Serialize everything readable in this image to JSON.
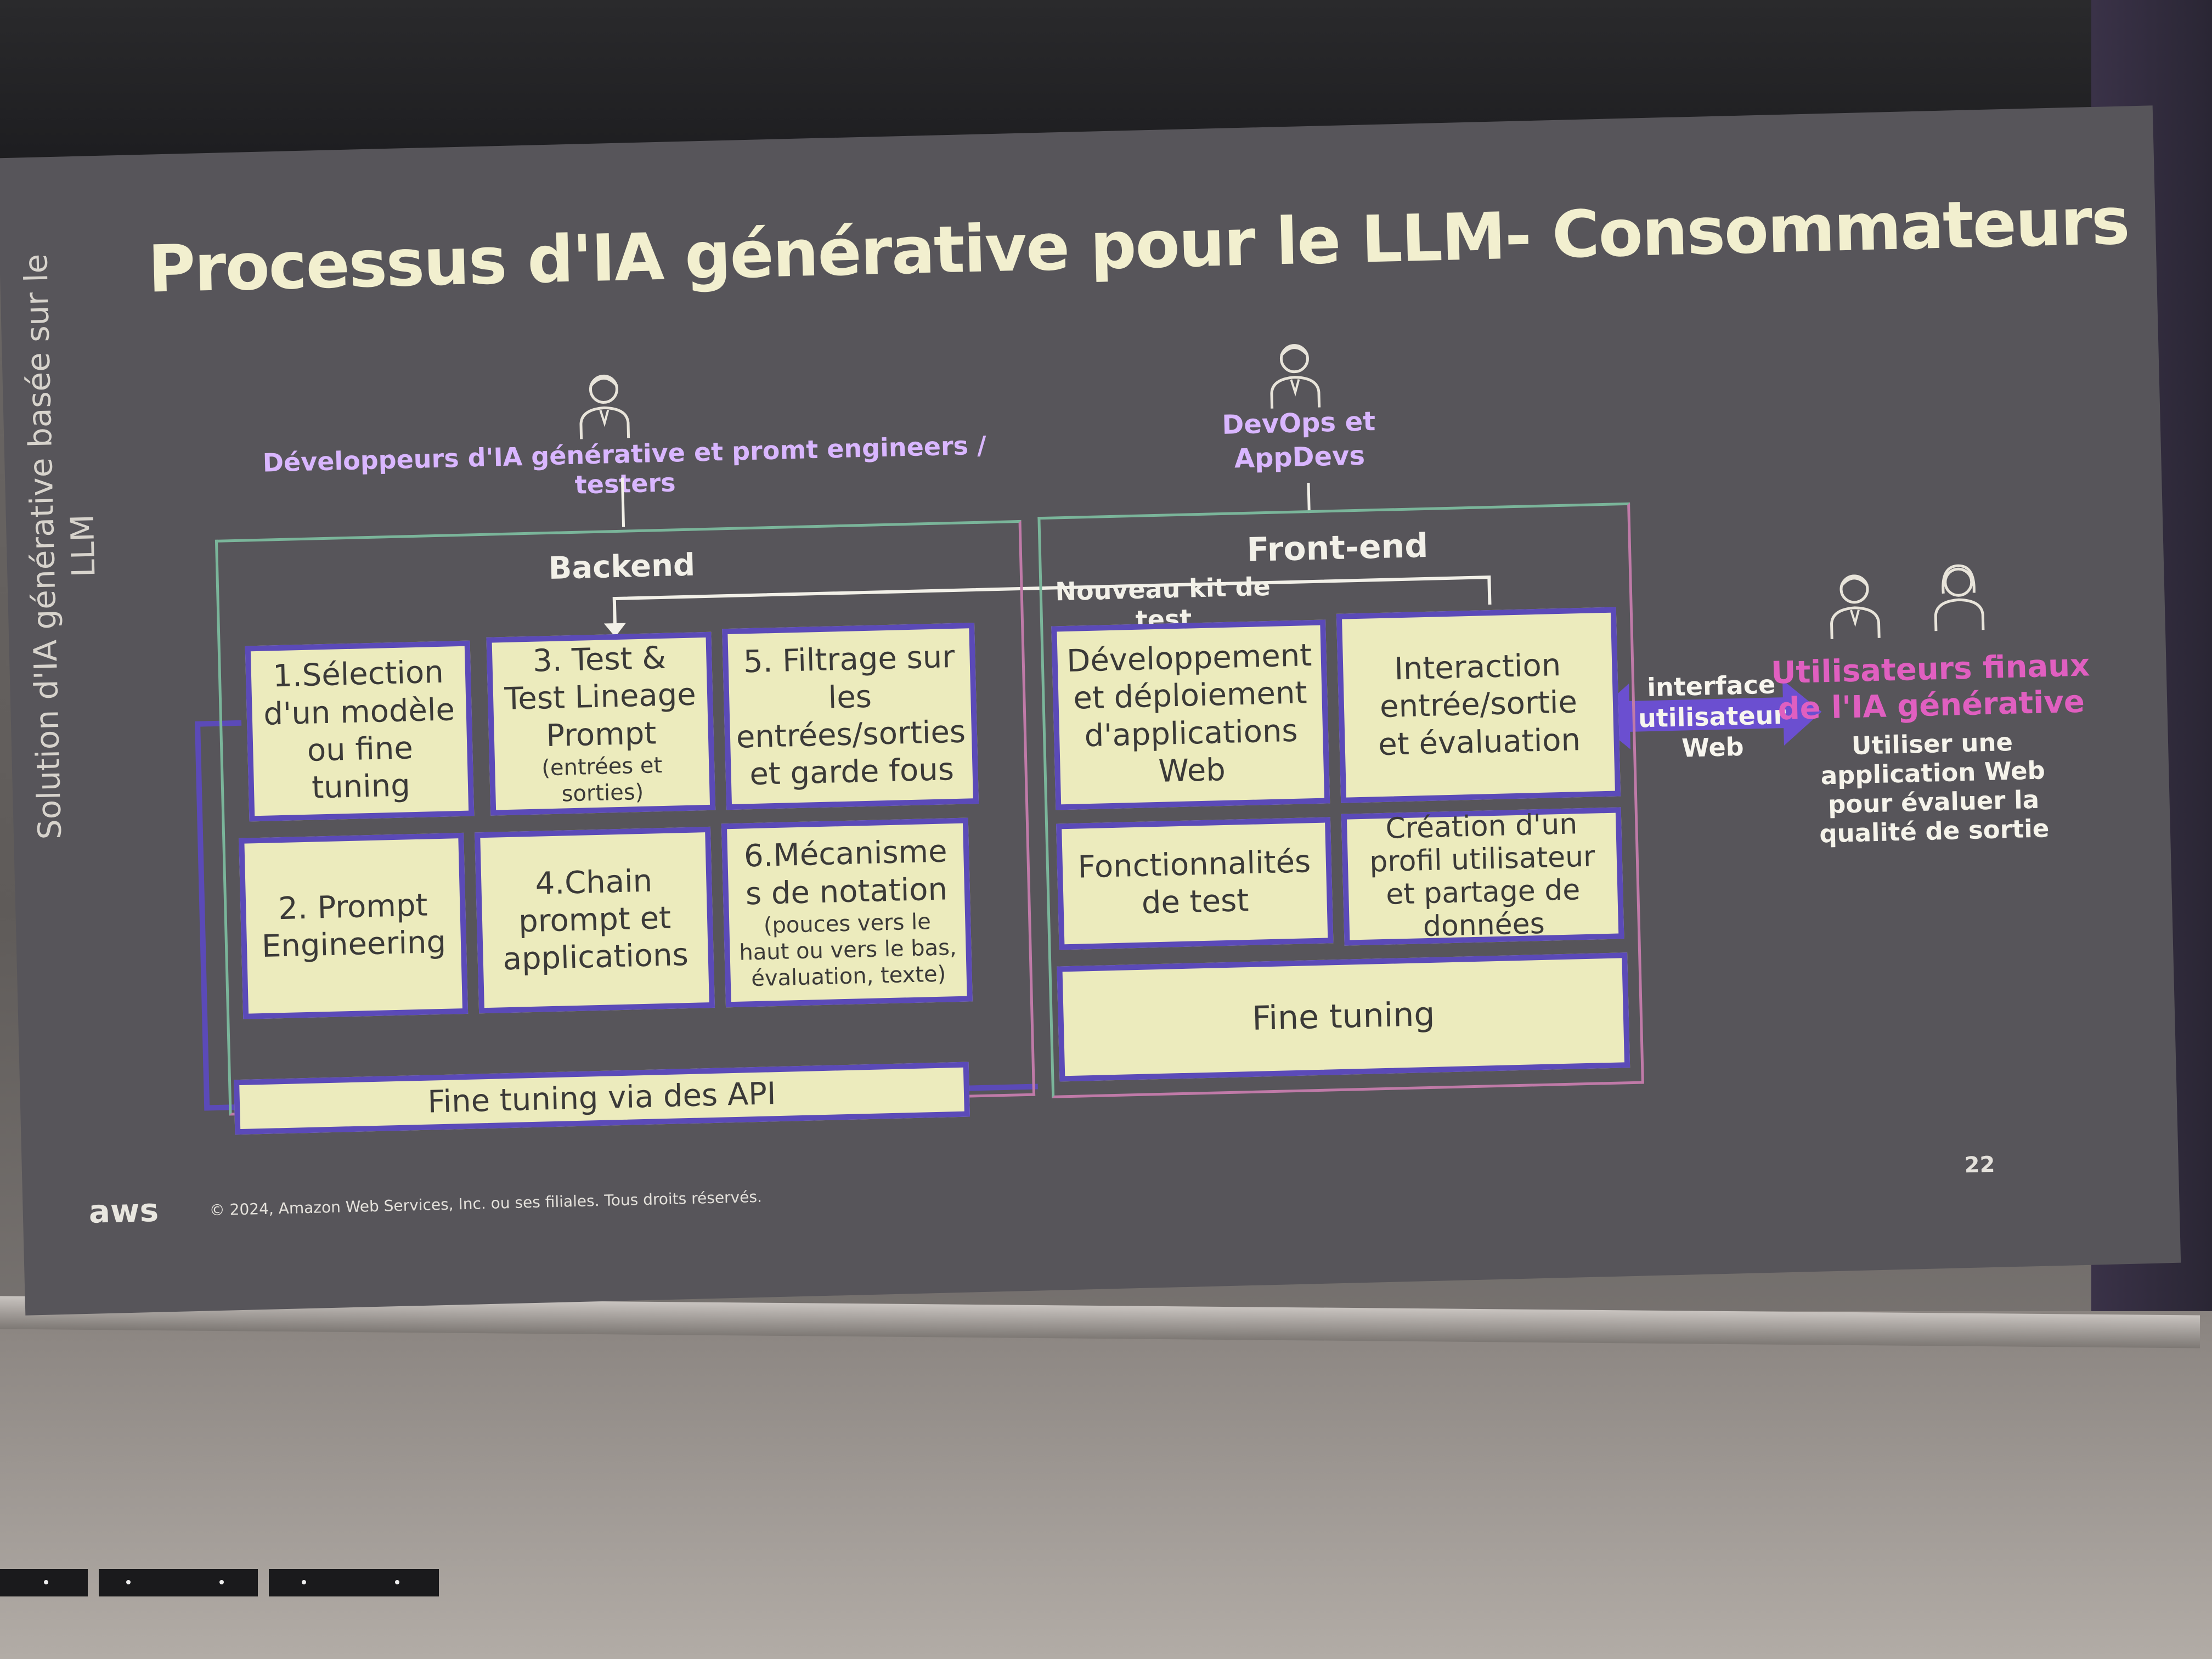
{
  "slide": {
    "title": "Processus d'IA générative pour le LLM- Consommateurs",
    "side_label": "Solution d'IA générative basée sur le LLM",
    "footer_copyright": "© 2024, Amazon Web Services, Inc. ou ses filiales. Tous droits réservés.",
    "footer_logo": "aws",
    "page_number": "22"
  },
  "actors": {
    "backend_actor": "Développeurs d'IA générative et promt engineers / testers",
    "frontend_actor_line1": "DevOps et",
    "frontend_actor_line2": "AppDevs",
    "end_users_title_line1": "Utilisateurs finaux",
    "end_users_title_line2": "de l'IA générative",
    "end_users_desc_line1": "Utiliser une",
    "end_users_desc_line2": "application Web",
    "end_users_desc_line3": "pour évaluer la",
    "end_users_desc_line4": "qualité de sortie"
  },
  "backend": {
    "title": "Backend",
    "boxes": [
      {
        "line1": "1.Sélection",
        "line2": "d'un modèle",
        "line3": "ou fine",
        "line4": "tuning"
      },
      {
        "line1": "3. Test &",
        "line2": "Test Lineage",
        "line3": "Prompt",
        "sub": "(entrées et sorties)"
      },
      {
        "line1": "5. Filtrage sur",
        "line2": "les",
        "line3": "entrées/sorties",
        "line4": "et garde fous"
      },
      {
        "line1": "2. Prompt",
        "line2": "Engineering"
      },
      {
        "line1": "4.Chain",
        "line2": "prompt et",
        "line3": "applications"
      },
      {
        "line1": "6.Mécanisme",
        "line2": "s de notation",
        "sub1": "(pouces vers le",
        "sub2": "haut ou vers le bas,",
        "sub3": "évaluation, texte)"
      }
    ],
    "bottom_bar": "Fine tuning via  des API"
  },
  "frontend": {
    "title": "Front-end",
    "test_kit_line1": "Nouveau kit de",
    "test_kit_line2": "test",
    "boxes": [
      {
        "line1": "Développement",
        "line2": "et déploiement",
        "line3": "d'applications",
        "line4": "Web"
      },
      {
        "line1": "Interaction",
        "line2": "entrée/sortie",
        "line3": "et évaluation"
      },
      {
        "line1": "Fonctionnalités",
        "line2": "de test"
      },
      {
        "line1": "Création d'un",
        "line2": "profil utilisateur",
        "line3": "et partage de",
        "line4": "données"
      }
    ],
    "bottom_bar": "Fine tuning"
  },
  "interface_arrow": {
    "line1": "interface",
    "line2": "utilisateur",
    "line3": "Web"
  },
  "colors": {
    "box_fill": "#ecebbd",
    "box_border": "#5b4ab8",
    "actor_text": "#d9b6ff",
    "end_user_title": "#e05fc0",
    "arrow_fill": "#6b4fd0"
  },
  "icons": {
    "person": "person-icon",
    "person_female": "person-female-icon"
  }
}
